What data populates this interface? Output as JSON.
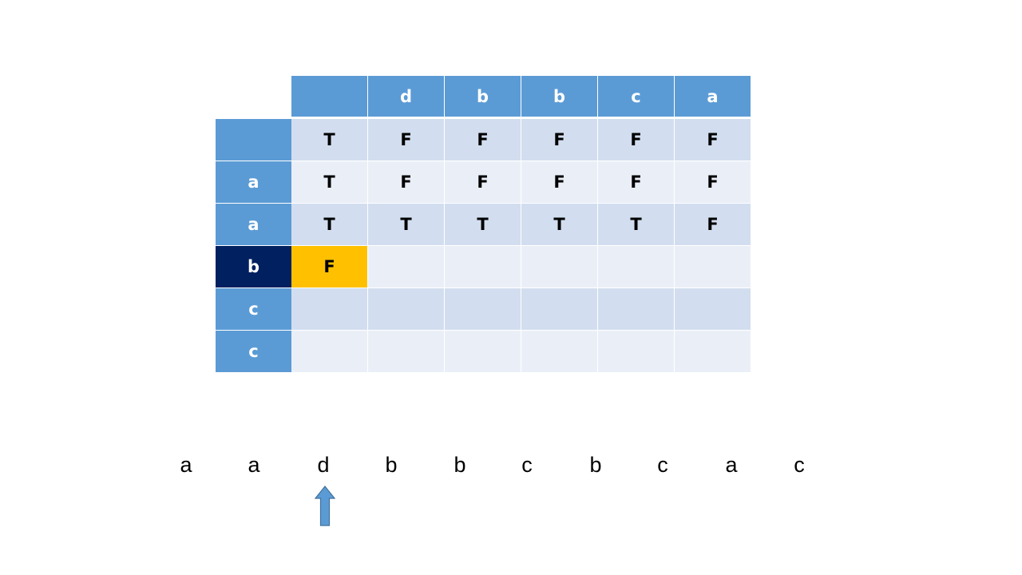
{
  "table": {
    "column_headers": [
      "",
      "d",
      "b",
      "b",
      "c",
      "a"
    ],
    "row_headers": [
      "",
      "a",
      "a",
      "b",
      "c",
      "c"
    ],
    "cells": [
      [
        "T",
        "F",
        "F",
        "F",
        "F",
        "F"
      ],
      [
        "T",
        "F",
        "F",
        "F",
        "F",
        "F"
      ],
      [
        "T",
        "T",
        "T",
        "T",
        "T",
        "F"
      ],
      [
        "F",
        "",
        "",
        "",
        "",
        ""
      ],
      [
        "",
        "",
        "",
        "",
        "",
        ""
      ],
      [
        "",
        "",
        "",
        "",
        "",
        ""
      ]
    ],
    "current_row": 3,
    "current_col": 0
  },
  "sequence": [
    "a",
    "a",
    "d",
    "b",
    "b",
    "c",
    "b",
    "c",
    "a",
    "c"
  ],
  "pointer": {
    "icon": "up-arrow-icon",
    "index": 2
  },
  "colors": {
    "header_blue": "#5b9bd5",
    "selected_row_header": "#002060",
    "current_cell": "#ffc000",
    "band_dark": "#d2deef",
    "band_light": "#eaeff7",
    "arrow_fill": "#5b9bd5",
    "arrow_stroke": "#41719c"
  }
}
